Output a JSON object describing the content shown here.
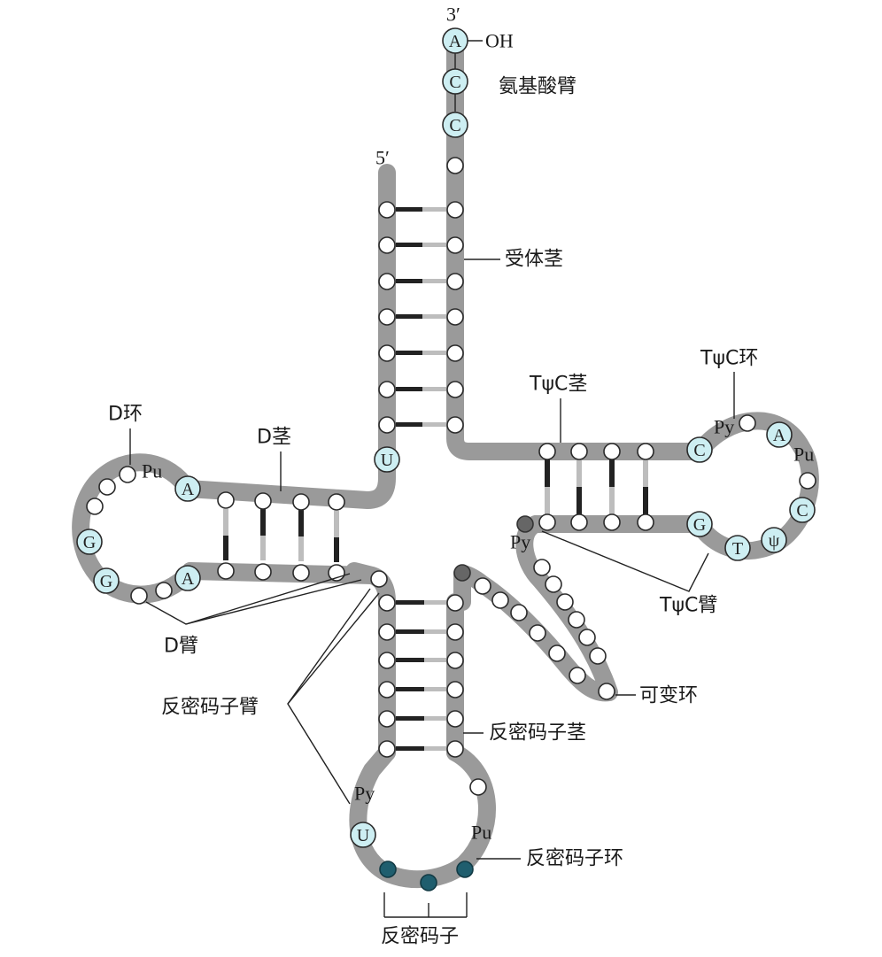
{
  "labels": {
    "three_prime": "3′",
    "five_prime": "5′",
    "oh": "OH",
    "amino_acid_arm": "氨基酸臂",
    "acceptor_stem": "受体茎",
    "d_loop": "D环",
    "d_stem": "D茎",
    "d_arm": "D臂",
    "tpsic_stem": "TψC茎",
    "tpsic_loop": "TψC环",
    "tpsic_arm": "TψC臂",
    "variable_loop": "可变环",
    "anticodon_arm": "反密码子臂",
    "anticodon_stem": "反密码子茎",
    "anticodon_loop": "反密码子环",
    "anticodon": "反密码子"
  },
  "bases": {
    "cca_a": "A",
    "cca_c1": "C",
    "cca_c2": "C",
    "u_junction": "U",
    "d_pu": "Pu",
    "d_a_top": "A",
    "d_g1": "G",
    "d_g2": "G",
    "d_a_bottom": "A",
    "t_c": "C",
    "t_py": "Py",
    "t_a": "A",
    "t_pu": "Pu",
    "t_c2": "C",
    "t_psi": "ψ",
    "t_t": "T",
    "t_g": "G",
    "var_py": "Py",
    "ac_py": "Py",
    "ac_u": "U",
    "ac_pu": "Pu"
  },
  "colors": {
    "backbone": "#9a9a9a",
    "modified_base_fill": "#cdeef2",
    "anticodon_base_fill": "#1f5e6e",
    "variable_base_fill": "#666666"
  }
}
